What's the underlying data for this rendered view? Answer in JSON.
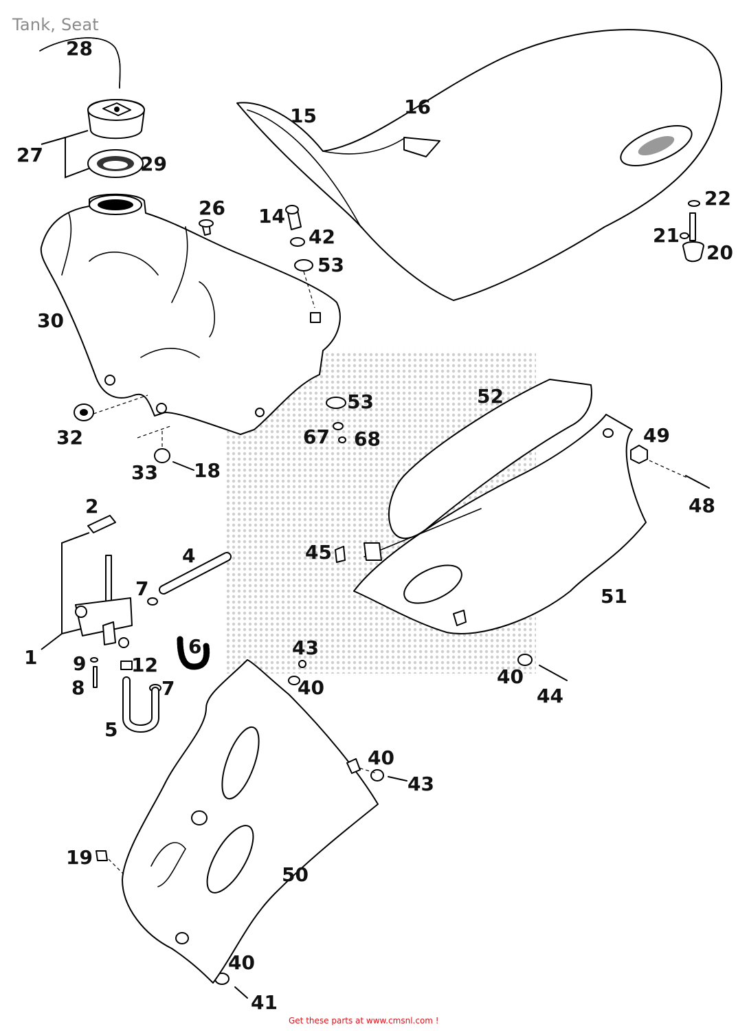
{
  "title": "Tank, Seat",
  "footer": {
    "link_text": "Get these parts at www.cmsnl.com  !"
  },
  "callouts": {
    "c1": "1",
    "c2": "2",
    "c4": "4",
    "c5": "5",
    "c6": "6",
    "c7a": "7",
    "c7b": "7",
    "c8": "8",
    "c9": "9",
    "c12": "12",
    "c14": "14",
    "c15": "15",
    "c16": "16",
    "c18": "18",
    "c19": "19",
    "c20": "20",
    "c21": "21",
    "c22": "22",
    "c26": "26",
    "c27": "27",
    "c28": "28",
    "c29": "29",
    "c30": "30",
    "c32": "32",
    "c33": "33",
    "c40a": "40",
    "c40b": "40",
    "c40c": "40",
    "c40d": "40",
    "c41": "41",
    "c42": "42",
    "c43a": "43",
    "c43b": "43",
    "c44": "44",
    "c45": "45",
    "c48": "48",
    "c49": "49",
    "c50": "50",
    "c51": "51",
    "c52": "52",
    "c53a": "53",
    "c53b": "53",
    "c67": "67",
    "c68": "68"
  }
}
